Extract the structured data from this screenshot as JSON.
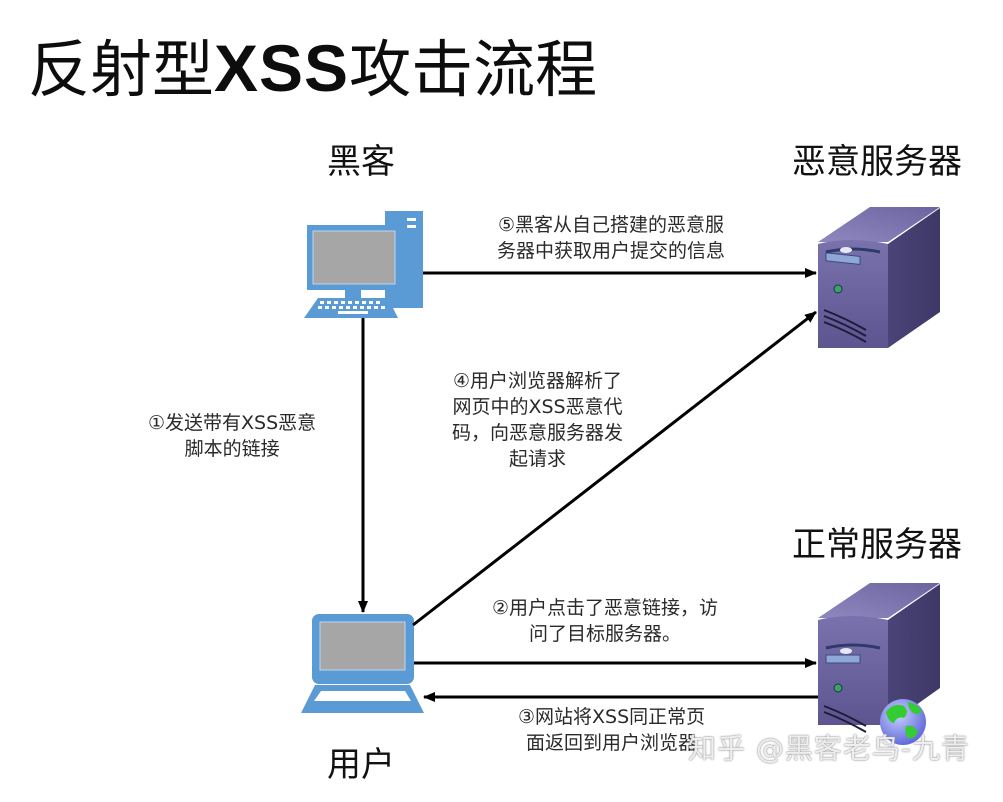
{
  "title": {
    "prefix": "反射型",
    "highlight": "XSS",
    "suffix": "攻击流程"
  },
  "nodes": {
    "hacker": {
      "label": "黑客",
      "icon": "desktop-computer-icon"
    },
    "user": {
      "label": "用户",
      "icon": "laptop-icon"
    },
    "malicious_server": {
      "label": "恶意服务器",
      "icon": "server-tower-icon"
    },
    "normal_server": {
      "label": "正常服务器",
      "icon": "web-server-globe-icon"
    }
  },
  "steps": [
    {
      "id": 1,
      "from": "hacker",
      "to": "user",
      "lines": [
        "①发送带有XSS恶意",
        "脚本的链接"
      ]
    },
    {
      "id": 2,
      "from": "user",
      "to": "normal_server",
      "lines": [
        "②用户点击了恶意链接，访",
        "问了目标服务器。"
      ]
    },
    {
      "id": 3,
      "from": "normal_server",
      "to": "user",
      "lines": [
        "③网站将XSS同正常页",
        "面返回到用户浏览器"
      ]
    },
    {
      "id": 4,
      "from": "user",
      "to": "malicious_server",
      "lines": [
        "④用户浏览器解析了",
        "网页中的XSS恶意代",
        "码，向恶意服务器发",
        "起请求"
      ]
    },
    {
      "id": 5,
      "from": "hacker",
      "to": "malicious_server",
      "lines": [
        "⑤黑客从自己搭建的恶意服",
        "务器中获取用户提交的信息"
      ]
    }
  ],
  "watermark": "知乎 @黑客老鸟-九青",
  "colors": {
    "device_blue": "#5b9bd5",
    "screen_gray": "#a6a6a6",
    "server_purple": "#5f5891",
    "arrow": "#000000"
  }
}
